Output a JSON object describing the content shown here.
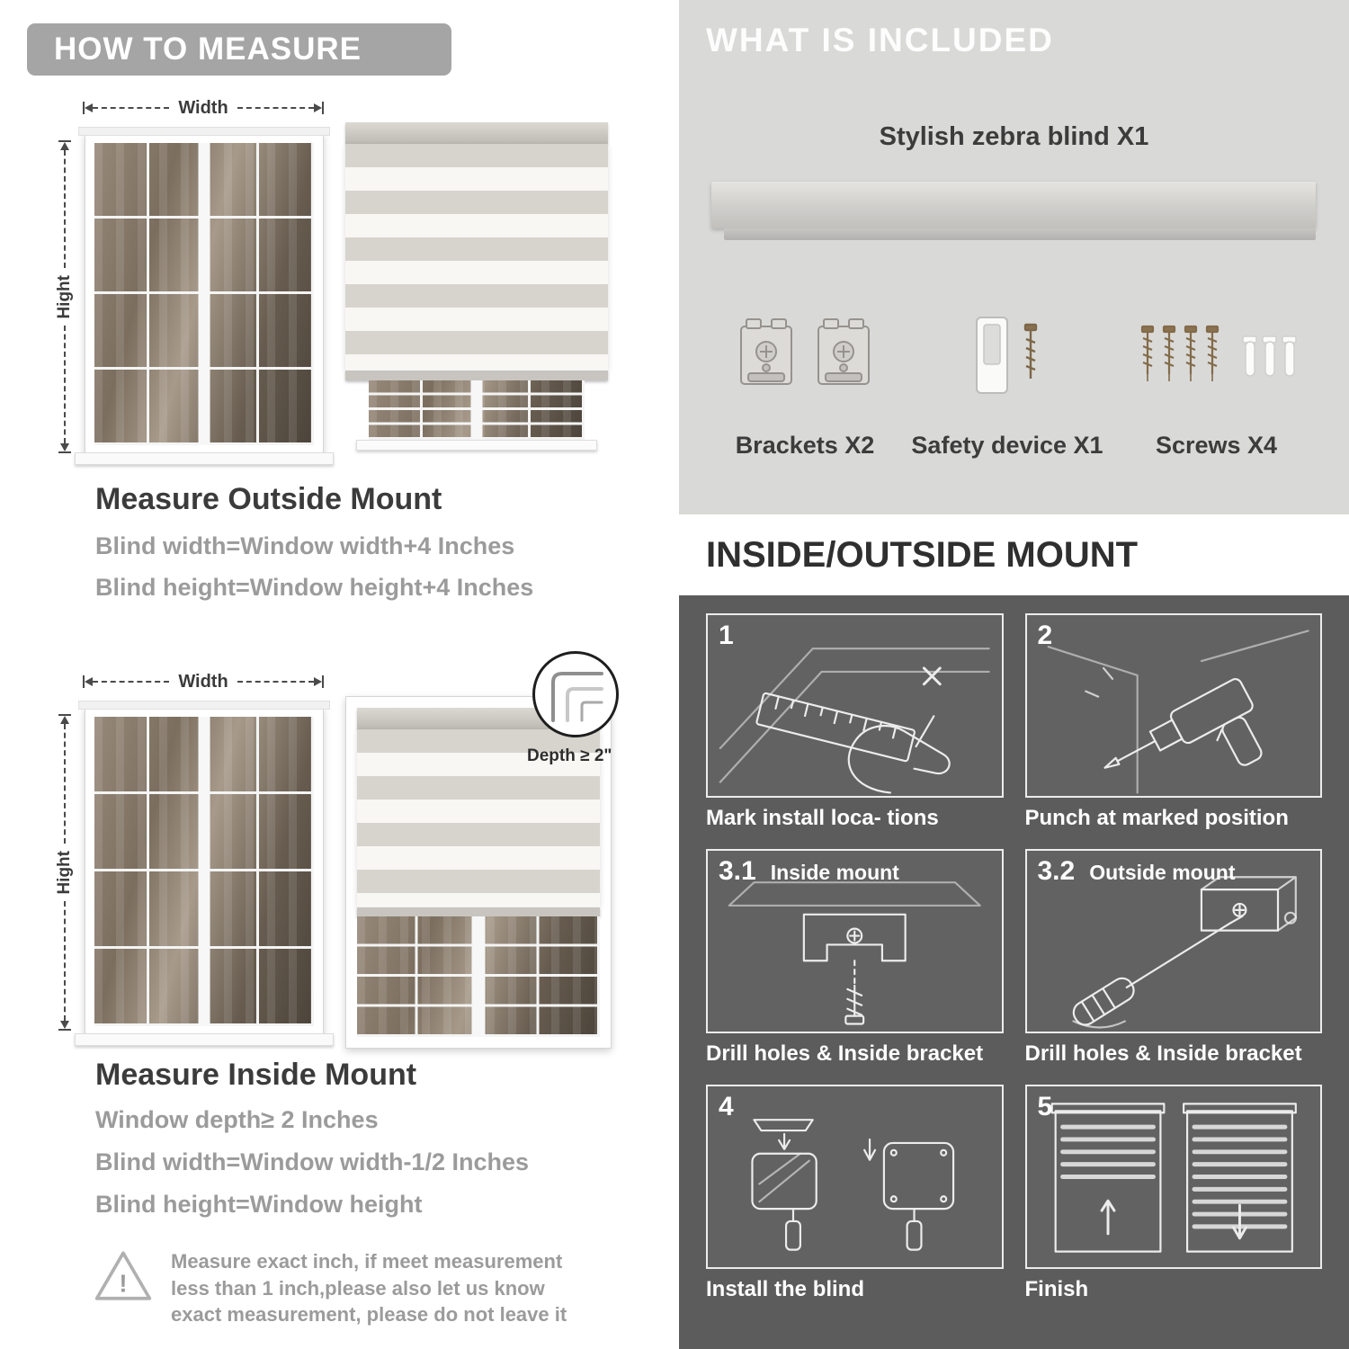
{
  "left": {
    "banner": "HOW TO MEASURE",
    "labels": {
      "width": "Width",
      "height": "Hight"
    },
    "outside": {
      "title": "Measure Outside Mount",
      "line1": "Blind width=Window width+4 Inches",
      "line2": "Blind height=Window height+4 Inches"
    },
    "inside": {
      "depth_note": "Depth ≥ 2\"",
      "title": "Measure Inside Mount",
      "line1": "Window depth≥ 2 Inches",
      "line2": "Blind width=Window width-1/2 Inches",
      "line3": "Blind height=Window height"
    },
    "warning": {
      "mark": "!",
      "text": "Measure exact inch, if meet measurement less than 1 inch,please also let us know exact measurement, please do not leave it"
    }
  },
  "right": {
    "included": {
      "banner": "WHAT IS INCLUDED",
      "blind_label": "Stylish zebra blind X1",
      "items": [
        {
          "label": "Brackets X2"
        },
        {
          "label": "Safety device X1"
        },
        {
          "label": "Screws X4"
        }
      ]
    },
    "mount": {
      "title": "INSIDE/OUTSIDE MOUNT",
      "steps": [
        {
          "num": "1",
          "caption": "Mark install loca- tions"
        },
        {
          "num": "2",
          "caption": "Punch at marked position"
        },
        {
          "num": "3.1",
          "label": "Inside mount",
          "caption": "Drill holes & Inside bracket"
        },
        {
          "num": "3.2",
          "label": "Outside mount",
          "caption": "Drill holes & Inside bracket"
        },
        {
          "num": "4",
          "caption": "Install the blind"
        },
        {
          "num": "5",
          "caption": "Finish"
        }
      ]
    }
  },
  "colors": {
    "banner_gray": "#a5a5a5",
    "panel_light": "#d9d9d8",
    "panel_dark": "#5c5c5c",
    "text_dark": "#3b3b3b",
    "text_gray": "#9b9b9b",
    "blind_stripe": "#d7d4ce"
  }
}
